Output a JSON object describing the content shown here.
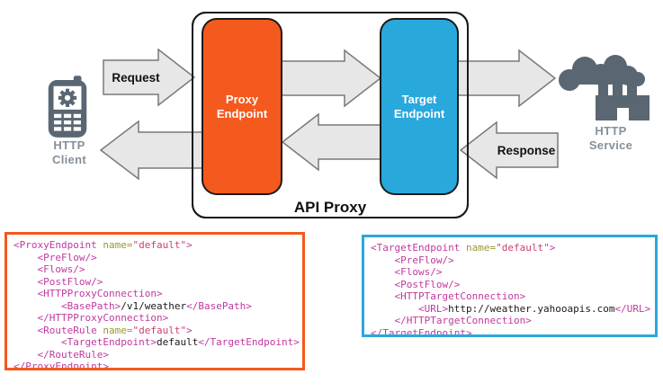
{
  "colors": {
    "proxy_accent": "#F4591D",
    "target_accent": "#29A8DC",
    "icon_gray": "#5A6772",
    "arrow_fill": "#E7E7E7",
    "arrow_stroke": "#787878",
    "code_tag": "#C0399E",
    "code_attr_name": "#999930",
    "code_attr_value": "#CB3F6E",
    "code_text": "#1A1A1A",
    "label_gray": "#85909A"
  },
  "diagram": {
    "client": {
      "label_line1": "HTTP",
      "label_line2": "Client"
    },
    "service": {
      "label_line1": "HTTP",
      "label_line2": "Service"
    },
    "request_label": "Request",
    "response_label": "Response",
    "api_proxy_label": "API Proxy",
    "proxy_endpoint": {
      "line1": "Proxy",
      "line2": "Endpoint"
    },
    "target_endpoint": {
      "line1": "Target",
      "line2": "Endpoint"
    }
  },
  "code_blocks": {
    "proxy": {
      "lines": [
        [
          {
            "t": "tag",
            "s": "<ProxyEndpoint "
          },
          {
            "t": "attr",
            "s": "name="
          },
          {
            "t": "val",
            "s": "\"default\""
          },
          {
            "t": "tag",
            "s": ">"
          }
        ],
        [
          {
            "t": "tag",
            "s": "    <PreFlow/>"
          }
        ],
        [
          {
            "t": "tag",
            "s": "    <Flows/>"
          }
        ],
        [
          {
            "t": "tag",
            "s": "    <PostFlow/>"
          }
        ],
        [
          {
            "t": "tag",
            "s": "    <HTTPProxyConnection>"
          }
        ],
        [
          {
            "t": "tag",
            "s": "        <BasePath>"
          },
          {
            "t": "txt",
            "s": "/v1/weather"
          },
          {
            "t": "tag",
            "s": "</BasePath>"
          }
        ],
        [
          {
            "t": "tag",
            "s": "    </HTTPProxyConnection>"
          }
        ],
        [
          {
            "t": "tag",
            "s": "    <RouteRule "
          },
          {
            "t": "attr",
            "s": "name="
          },
          {
            "t": "val",
            "s": "\"default\""
          },
          {
            "t": "tag",
            "s": ">"
          }
        ],
        [
          {
            "t": "tag",
            "s": "        <TargetEndpoint>"
          },
          {
            "t": "txt",
            "s": "default"
          },
          {
            "t": "tag",
            "s": "</TargetEndpoint>"
          }
        ],
        [
          {
            "t": "tag",
            "s": "    </RouteRule>"
          }
        ],
        [
          {
            "t": "tag",
            "s": "</ProxyEndpoint>"
          }
        ]
      ]
    },
    "target": {
      "lines": [
        [
          {
            "t": "tag",
            "s": "<TargetEndpoint "
          },
          {
            "t": "attr",
            "s": "name="
          },
          {
            "t": "val",
            "s": "\"default\""
          },
          {
            "t": "tag",
            "s": ">"
          }
        ],
        [
          {
            "t": "tag",
            "s": "    <PreFlow/>"
          }
        ],
        [
          {
            "t": "tag",
            "s": "    <Flows/>"
          }
        ],
        [
          {
            "t": "tag",
            "s": "    <PostFlow/>"
          }
        ],
        [
          {
            "t": "tag",
            "s": "    <HTTPTargetConnection>"
          }
        ],
        [
          {
            "t": "tag",
            "s": "        <URL>"
          },
          {
            "t": "txt",
            "s": "http://weather.yahooapis.com"
          },
          {
            "t": "tag",
            "s": "</URL>"
          }
        ],
        [
          {
            "t": "tag",
            "s": "    </HTTPTargetConnection>"
          }
        ],
        [
          {
            "t": "tag",
            "s": "</TargetEndpoint>"
          }
        ]
      ]
    }
  }
}
